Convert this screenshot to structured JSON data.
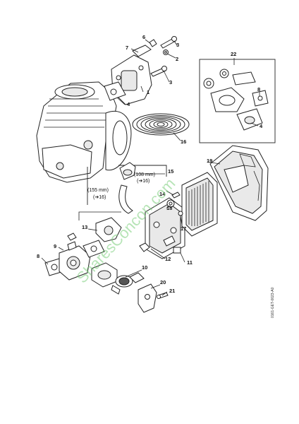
{
  "callouts": {
    "c6": "6",
    "c7": "7",
    "c3a": "3",
    "c2": "2",
    "c3b": "3",
    "c1": "1",
    "c4a": "4",
    "c16": "16",
    "c22": "22",
    "c8a": "8",
    "c4b": "4",
    "c15": "15",
    "c19": "19",
    "c14": "14",
    "c18": "18",
    "c17": "17",
    "c12": "12",
    "c11": "11",
    "c13": "13",
    "c9": "9",
    "c8b": "8",
    "c10": "10",
    "c20": "20",
    "c21": "21"
  },
  "notes": {
    "n108": "(108 mm)",
    "ref16a": "(➔16)",
    "n155": "(155 mm)",
    "ref16b": "(➔16)"
  },
  "diagram_code": "0161-GET-0023-A0",
  "watermark": "SharesConcon.com",
  "colors": {
    "line": "#222222",
    "watermark": "#7ccf7c",
    "background": "#ffffff"
  }
}
